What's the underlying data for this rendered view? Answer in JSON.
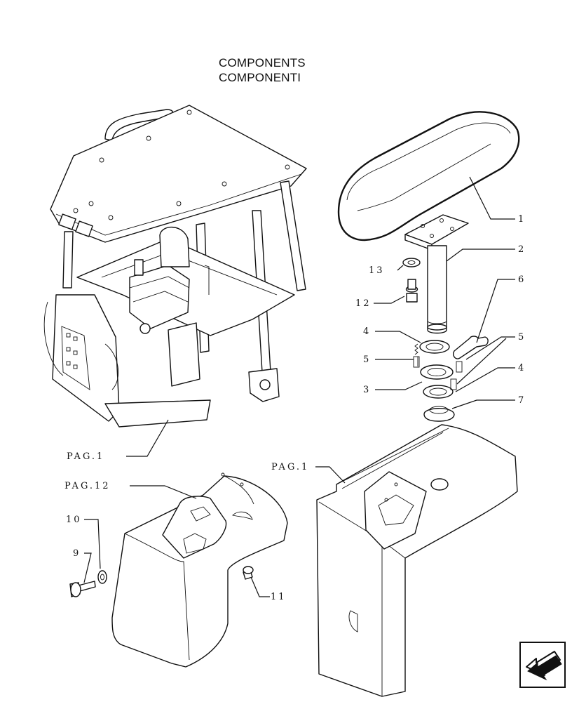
{
  "header": {
    "title_line1": "COMPONENTS",
    "title_line2": "COMPONENTI"
  },
  "callouts": {
    "c1": "1",
    "c2": "2",
    "c3": "3",
    "c4a": "4",
    "c4b": "4",
    "c5a": "5",
    "c5b": "5",
    "c6": "6",
    "c7": "7",
    "c9": "9",
    "c10": "10",
    "c11": "11",
    "c12": "12",
    "c13": "13",
    "pag1_left": "PAG.1",
    "pag1_right": "PAG.1",
    "pag12": "PAG.12"
  },
  "nav": {
    "icon": "arrow-down-left-icon"
  }
}
